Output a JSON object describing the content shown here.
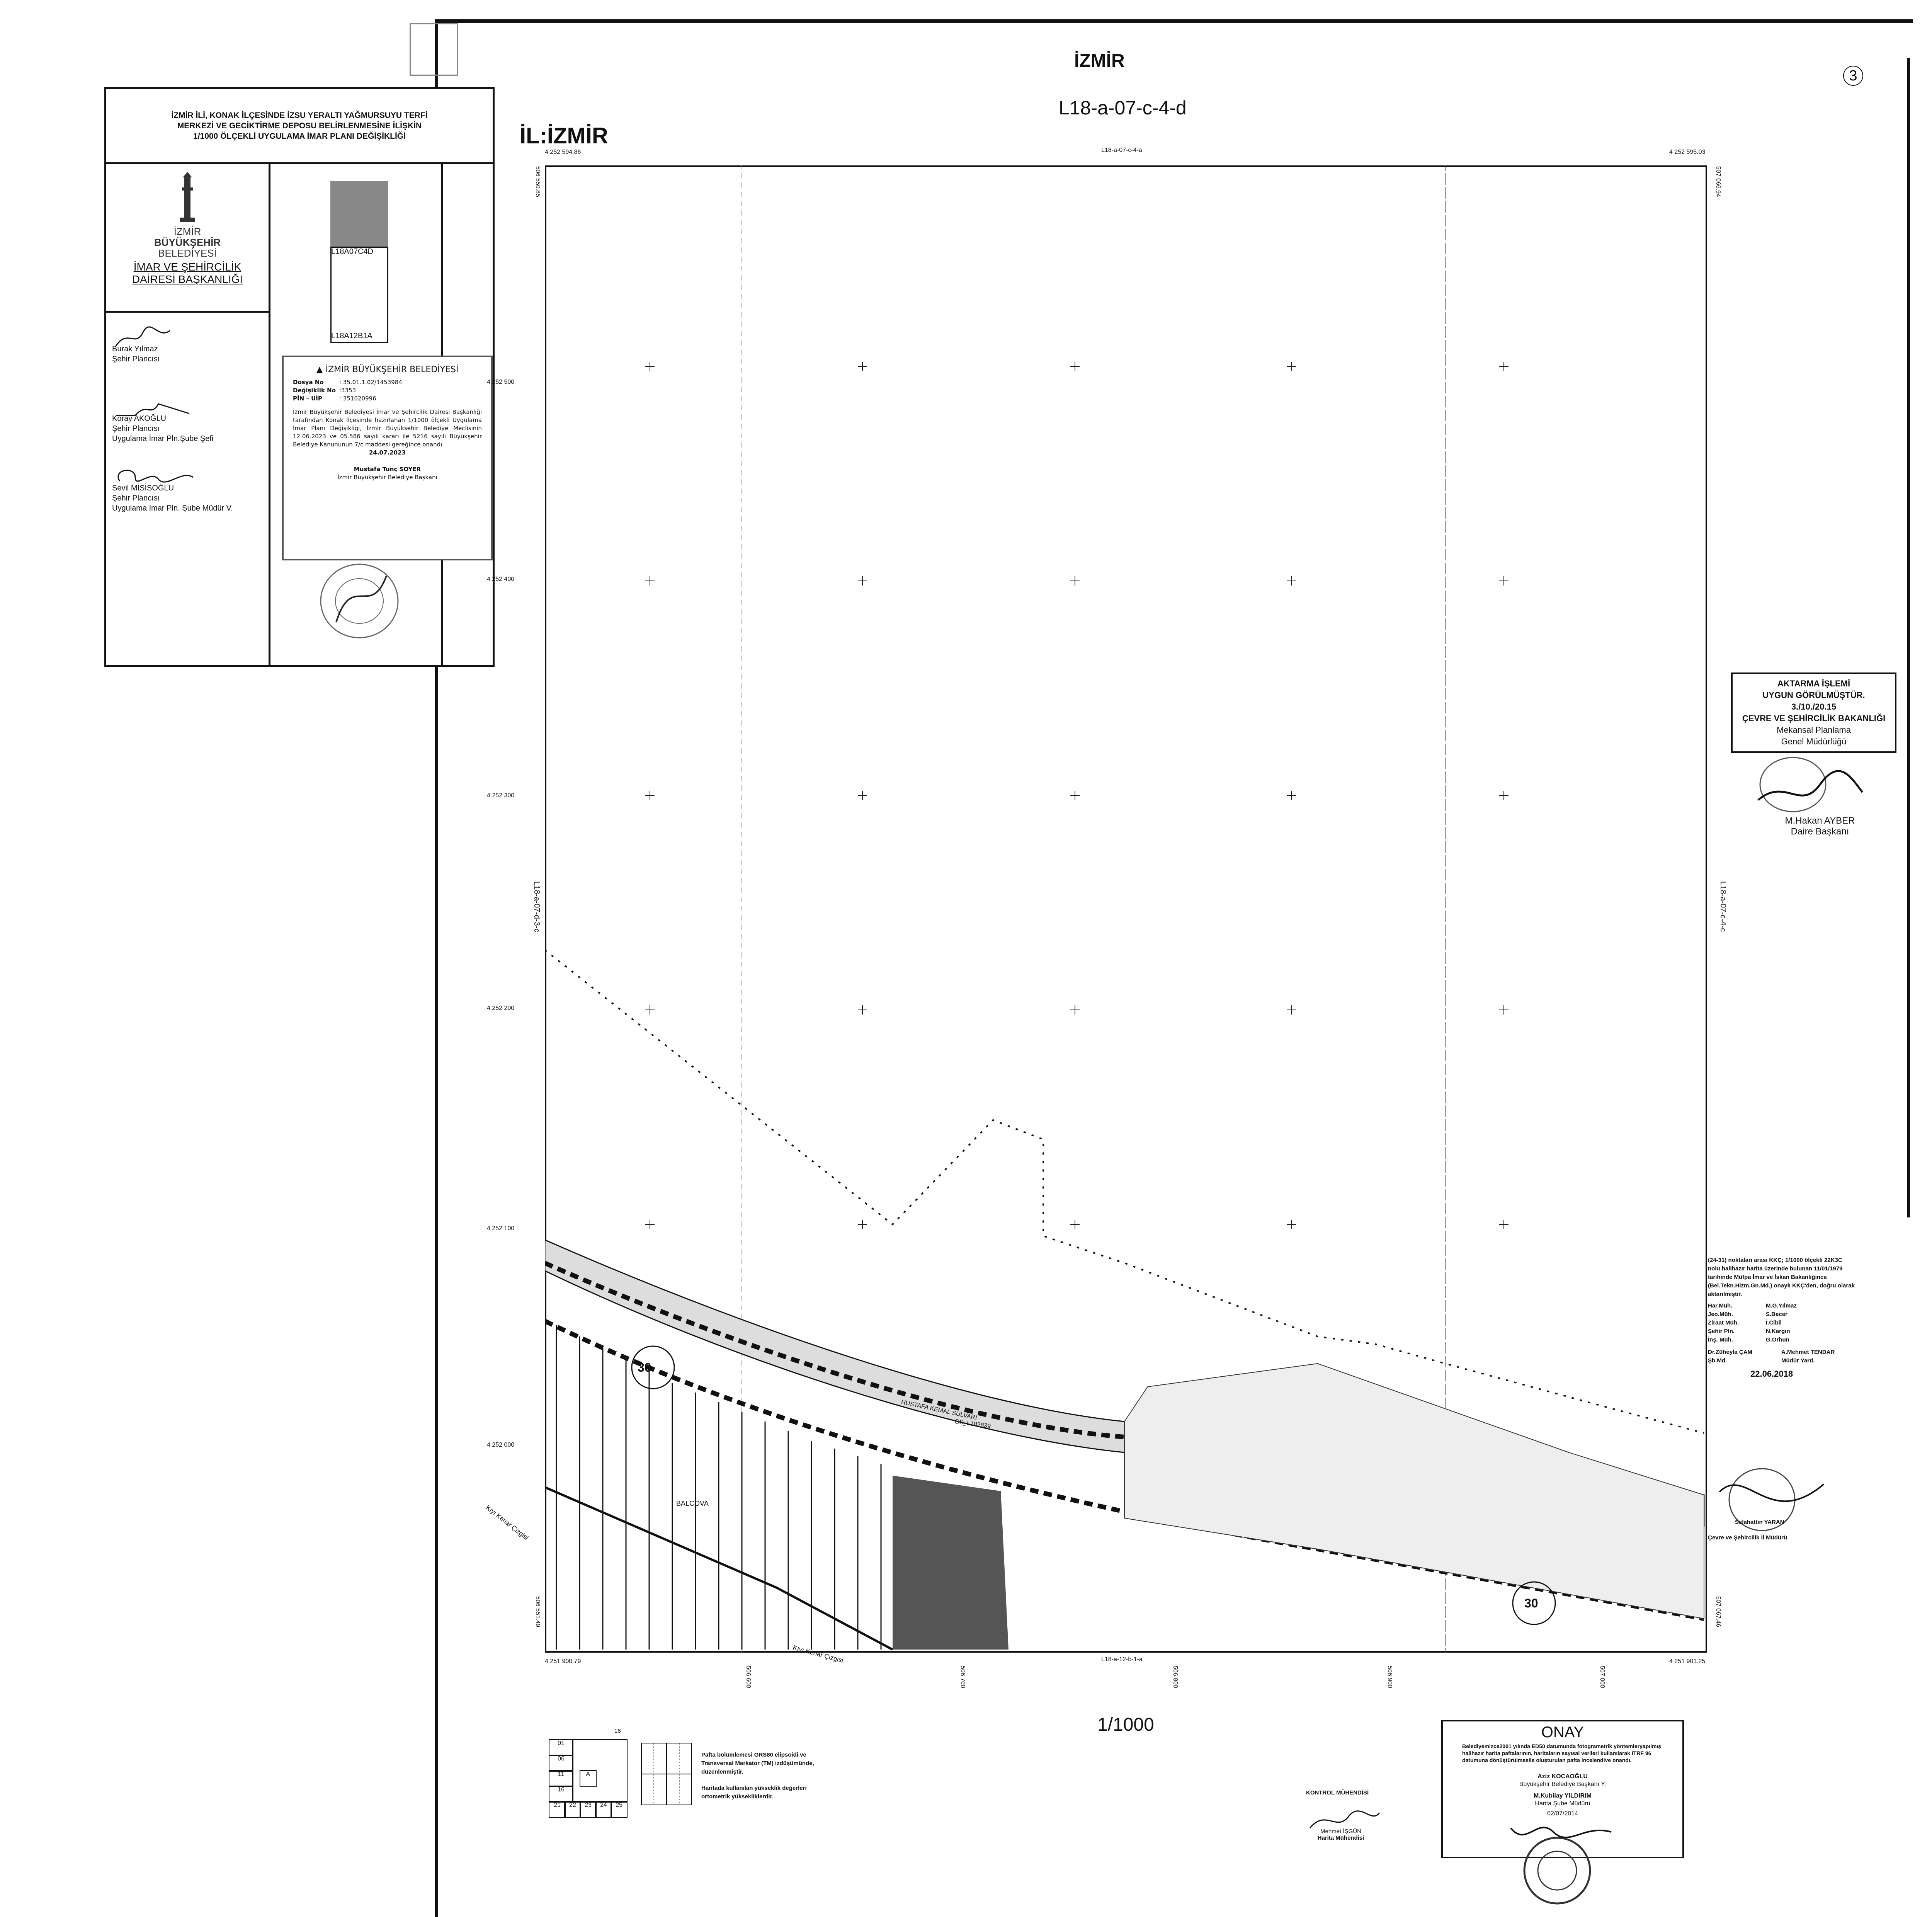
{
  "header": {
    "city": "İZMİR",
    "sheet_code": "L18-a-07-c-4-d",
    "province": "İL:İZMİR",
    "page_no": "3"
  },
  "title_block": {
    "title_lines": [
      "İZMİR İLİ, KONAK İLÇESİNDE İZSU YERALTI YAĞMURSUYU TERFİ",
      "MERKEZİ VE GECİKTİRME DEPOSU BELİRLENMESİNE İLİŞKİN",
      "1/1000 ÖLÇEKLİ UYGULAMA İMAR PLANI DEĞİŞİKLİĞİ"
    ],
    "logo_city": "İZMİR",
    "logo_org1": "BÜYÜKŞEHİR",
    "logo_org2": "BELEDİYESİ",
    "dept_line1": "İMAR VE ŞEHİRCİLİK",
    "dept_line2": "DAİRESİ BAŞKANLIĞI",
    "index_top": "L18A07C4D",
    "index_bottom": "L18A12B1A",
    "signers": [
      {
        "name": "Burak Yılmaz",
        "title1": "Şehir Plancısı",
        "title2": ""
      },
      {
        "name": "Koray AKOĞLU",
        "title1": "Şehir Plancısı",
        "title2": "Uygulama İmar Pln.Şube Şefi"
      },
      {
        "name": "Sevil MİSİSOĞLU",
        "title1": "Şehir Plancısı",
        "title2": "Uygulama İmar Pln. Şube Müdür V."
      }
    ]
  },
  "approval": {
    "org": "İZMİR BÜYÜKŞEHİR BELEDİYESİ",
    "rows": [
      {
        "label": "Dosya No",
        "value": ": 35.01.1.02/1453984"
      },
      {
        "label": "Değişiklik No",
        "value": ":3353"
      },
      {
        "label": "PİN – UİP",
        "value": ": 351020996"
      }
    ],
    "body": "İzmir Büyükşehir Belediyesi İmar ve Şehircilik Dairesi Başkanlığı tarafından Konak İlçesinde hazırlanan 1/1000 ölçekli Uygulama İmar Planı Değişikliği, İzmir Büyükşehir Belediye Meclisinin 12.06.2023 ve 05.586 sayılı kararı ile 5216 sayılı Büyükşehir Belediye Kanununun 7/c maddesi gereğince onandı.",
    "date": "24.07.2023",
    "signer": "Mustafa Tunç SOYER",
    "signer_title": "İzmir Büyükşehir Belediye Başkanı"
  },
  "sheet": {
    "top_label": "L18-a-07-c-4-a",
    "bottom_label": "L18-a-12-b-1-a",
    "left_label": "L18-a-07-d-3-c",
    "right_label": "L18-a-07-c-4-c",
    "coord_top_left": "4 252 594.86",
    "coord_top_right": "4 252 595.03",
    "coord_bottom_left": "4 251 900.79",
    "coord_bottom_right": "4 251 901.25",
    "coord_left_top": "506 550.85",
    "coord_right_top": "507 066.94",
    "coord_left_bottom": "506 551.49",
    "coord_right_bottom": "507 067.46",
    "northings": [
      "4 252 500",
      "4 252 400",
      "4 252 300",
      "4 252 200",
      "4 252 100",
      "4 252 000"
    ],
    "eastings": [
      "506 600",
      "506 700",
      "506 800",
      "506 900",
      "507 000"
    ],
    "scale": "1/1000",
    "map_labels": {
      "road": "HUSTAFA KEMAL SULVARI",
      "parcel": "BALCOVA",
      "shoreline": "Kıyı Kenar Çizgisi",
      "section_code": "GS_L182839",
      "number_left": "30",
      "number_right": "30"
    }
  },
  "transfer_stamp": {
    "lines": [
      "AKTARMA İŞLEMİ",
      "UYGUN GÖRÜLMÜŞTÜR.",
      "3./10./20.15",
      "ÇEVRE VE ŞEHİRCİLİK BAKANLIĞI",
      "Mekansal Planlama",
      "Genel Müdürlüğü"
    ],
    "signer": "M.Hakan AYBER",
    "signer_title": "Daire Başkanı"
  },
  "kkc_note": {
    "text": "(24-31) noktaları arası KKÇ; 1/1000 ölçekli 22K3C nolu halihazır harita üzerinde bulunan 11/01/1979 tarihinde Müfpa İmar ve İskan Bakanlığınca (Bel.Tekn.Hizm.Gn.Md.) onaylı KKÇ'den, doğru olarak aktarılmıştır.",
    "rows": [
      {
        "role": "Har.Müh.",
        "name": "M.G.Yılmaz"
      },
      {
        "role": "Jeo.Müh.",
        "name": "S.Becer"
      },
      {
        "role": "Ziraat Müh.",
        "name": "İ.Cibil"
      },
      {
        "role": "Şehir Pln.",
        "name": "N.Kargın"
      },
      {
        "role": "İnş. Müh.",
        "name": "G.Orhun"
      }
    ],
    "chief": "Dr.Züheyla ÇAM",
    "chief2": "A.Mehmet TENDAR",
    "chief_title": "Şb.Md.",
    "chief2_title": "Müdür Yard.",
    "date": "22.06.2018",
    "director": "Selahattin YARAN",
    "director_title": "Çevre ve Şehircilik İl Müdürü"
  },
  "onay": {
    "title": "ONAY",
    "text": "Belediyemizce2001 yılında ED50 datumunda fotogrametrik yöntemleryapılmış halihazır harita paftalarının, haritaların sayısal verileri kullanılarak ITRF 96 datumuna dönüştürülmesile oluşturulan pafta incelendive onandı.",
    "signer": "Aziz KOCAOĞLU",
    "signer_title": "Büyükşehir Belediye Başkanı Y.",
    "signer2": "M.Kubilay YILDIRIM",
    "signer2_title": "Harita Şube Müdürü",
    "date": "02/07/2014"
  },
  "control": {
    "label": "KONTROL MÜHENDİSİ",
    "name": "Mehmet İŞGÜN",
    "title": "Harita Mühendisi"
  },
  "legend_note": {
    "line1": "Pafta bölümlemesi GRS80 elipsoidi ve",
    "line2": "Transversal Merkator (TM) izdüşümünde,",
    "line3": "düzenlenmiştir.",
    "line4": "Haritada kullanılan yükseklik değerleri",
    "line5": "ortometrik yüksekliklerdir.",
    "index_number": "18",
    "cells": [
      "01",
      "06",
      "11",
      "16",
      "21",
      "22",
      "23",
      "24",
      "25",
      "A"
    ]
  }
}
